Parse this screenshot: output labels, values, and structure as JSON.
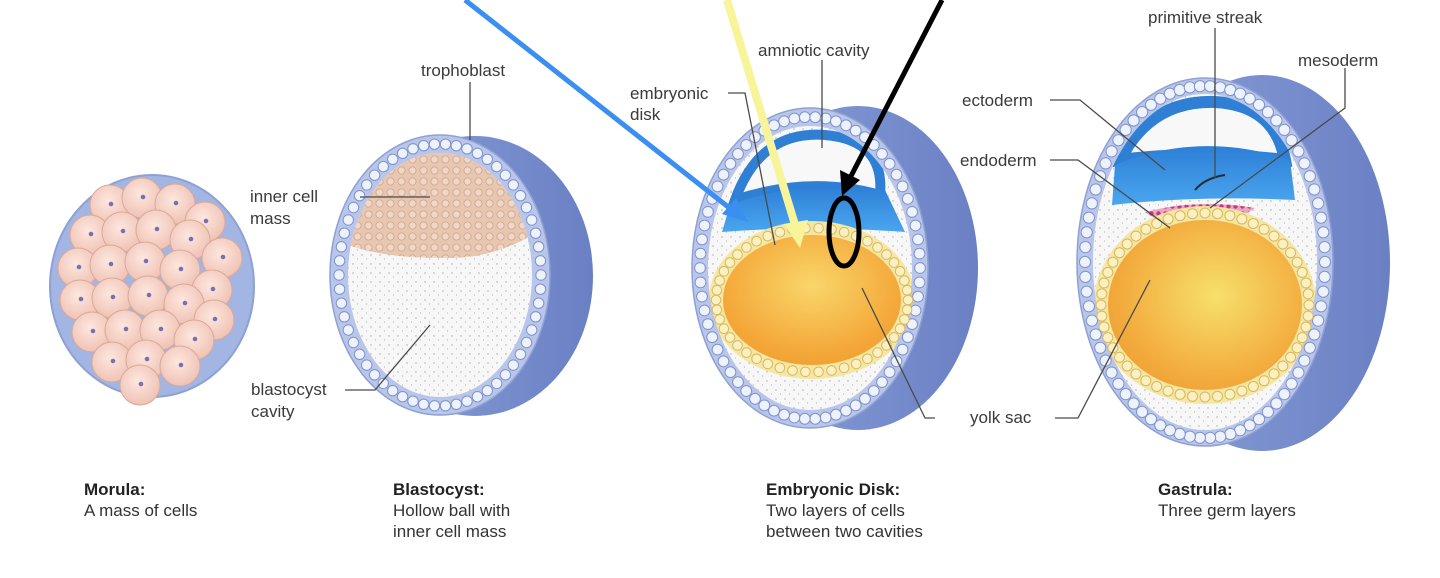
{
  "labels": {
    "trophoblast": "trophoblast",
    "inner_cell_mass_1": "inner cell",
    "inner_cell_mass_2": "mass",
    "blastocyst_cavity_1": "blastocyst",
    "blastocyst_cavity_2": "cavity",
    "embryonic_disk_1": "embryonic",
    "embryonic_disk_2": "disk",
    "amniotic_cavity": "amniotic cavity",
    "yolk_sac": "yolk sac",
    "primitive_streak": "primitive streak",
    "mesoderm": "mesoderm",
    "ectoderm": "ectoderm",
    "endoderm": "endoderm"
  },
  "captions": {
    "morula": {
      "title": "Morula:",
      "line1": "A mass of cells"
    },
    "blastocyst": {
      "title": "Blastocyst:",
      "line1": "Hollow ball with",
      "line2": "inner cell mass"
    },
    "embryonic_disk": {
      "title": "Embryonic Disk:",
      "line1": "Two layers of cells",
      "line2": "between two cavities"
    },
    "gastrula": {
      "title": "Gastrula:",
      "line1": "Three germ layers"
    }
  },
  "colors": {
    "outer_shell": "#7a8fcf",
    "cell_ring": "#aebde6",
    "morula_cell": "#f6d2c8",
    "inner_cell_mass": "#e8c8b4",
    "ectoderm": "#2f8de0",
    "yolk": "#f5b23d",
    "yolk_ring": "#f4e6a3",
    "mesoderm": "#c8397a",
    "arrow_blue": "#3b8ff0",
    "arrow_yellow": "#f8f49a",
    "arrow_black": "#000000"
  }
}
